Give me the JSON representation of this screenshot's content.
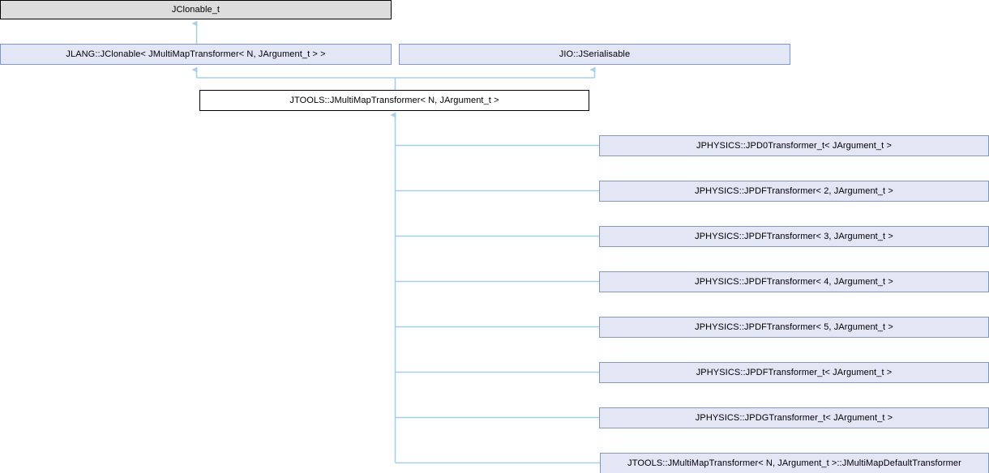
{
  "diagram": {
    "type": "uml-inheritance-graph",
    "colors": {
      "base_fill": "#ddddde",
      "base_border": "#000000",
      "inherit_fill": "#e3e7f5",
      "inherit_border": "#8196c9",
      "current_fill": "#ffffff",
      "current_border": "#000000",
      "edge": "#a6d0e8"
    },
    "nodes": {
      "root": {
        "label": "JClonable_t",
        "style": "base"
      },
      "clonable_tpl": {
        "label": "JLANG::JClonable< JMultiMapTransformer< N, JArgument_t > >",
        "style": "inherit"
      },
      "serialisable": {
        "label": "JIO::JSerialisable",
        "style": "inherit"
      },
      "current": {
        "label": "JTOOLS::JMultiMapTransformer< N, JArgument_t >",
        "style": "current"
      }
    },
    "derived": [
      {
        "label": "JPHYSICS::JPD0Transformer_t< JArgument_t >",
        "style": "inherit"
      },
      {
        "label": "JPHYSICS::JPDFTransformer< 2, JArgument_t >",
        "style": "inherit"
      },
      {
        "label": "JPHYSICS::JPDFTransformer< 3, JArgument_t >",
        "style": "inherit"
      },
      {
        "label": "JPHYSICS::JPDFTransformer< 4, JArgument_t >",
        "style": "inherit"
      },
      {
        "label": "JPHYSICS::JPDFTransformer< 5, JArgument_t >",
        "style": "inherit"
      },
      {
        "label": "JPHYSICS::JPDFTransformer_t< JArgument_t >",
        "style": "inherit"
      },
      {
        "label": "JPHYSICS::JPDGTransformer_t< JArgument_t >",
        "style": "inherit"
      },
      {
        "label": "JTOOLS::JMultiMapTransformer< N, JArgument_t >::JMultiMapDefaultTransformer",
        "style": "inherit"
      }
    ]
  }
}
